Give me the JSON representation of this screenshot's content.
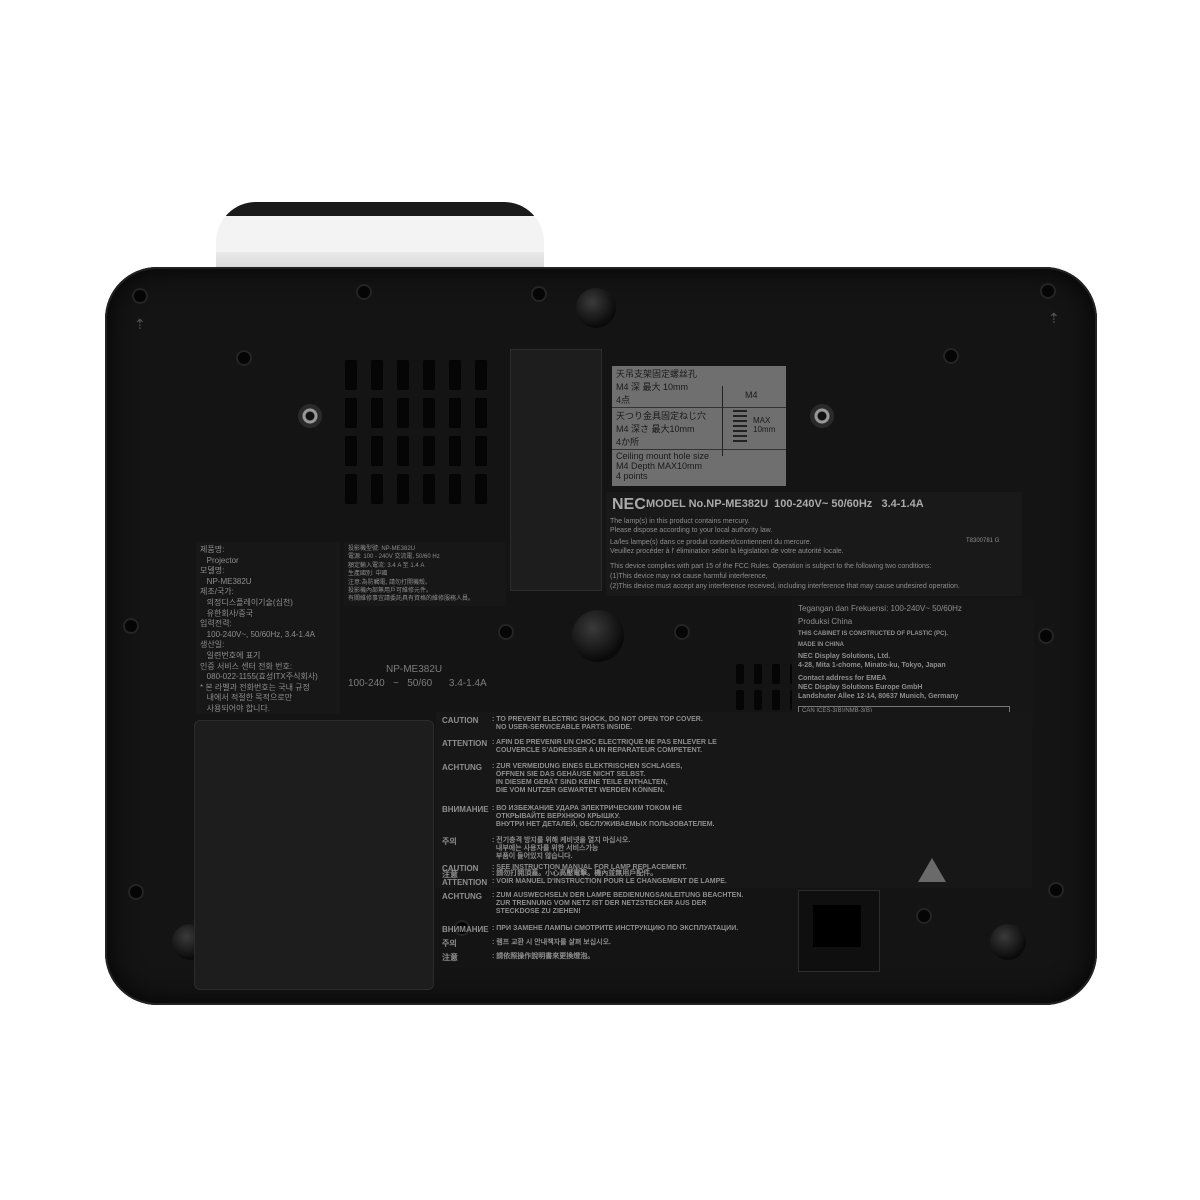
{
  "mount_label": {
    "zh": [
      "天吊支架固定螺丝孔",
      "M4  深  最大 10mm",
      "4点"
    ],
    "ja": [
      "天つり金具固定ねじ穴",
      "M4  深さ  最大10mm",
      "4か所"
    ],
    "en": [
      "Ceiling mount hole size",
      "M4 Depth MAX10mm",
      "4 points"
    ],
    "diagram_m4": "M4",
    "diagram_max": "MAX\n10mm"
  },
  "rating": {
    "brand": "NEC",
    "model": "MODEL No.NP-ME382U  100-240V~ 50/60Hz   3.4-1.4A",
    "code": "T8300781 G",
    "lines": [
      "The lamp(s) in this product contains mercury.",
      "Please dispose according to your local authority law.",
      "La/les lampe(s) dans ce produit contient/contiennent du mercure.",
      "Veuillez procéder à l' élimination selon la législation de votre autorité locale.",
      "This device complies with part 15 of the FCC Rules. Operation is subject to the following two conditions:",
      "(1)This device may not cause harmful interference,",
      "(2)This device must accept any interference received, including interference that may cause undesired operation."
    ]
  },
  "id_block": {
    "lines": [
      "Tegangan dan Frekuensi: 100-240V~ 50/60Hz",
      "Produksi China",
      "THIS CABINET IS CONSTRUCTED OF PLASTIC (PC).",
      "MADE IN CHINA",
      "NEC Display Solutions, Ltd.",
      "4-28, Mita 1-chome, Minato-ku, Tokyo, Japan",
      "Contact address for EMEA",
      "NEC Display Solutions Europe GmbH",
      "Landshuter Allee 12-14, 80637 Munich, Germany"
    ],
    "can": "CAN ICES-3(B)/NMB-3(B)"
  },
  "korean_block": {
    "lines": [
      "제품명:",
      "   Projector",
      "모델명:",
      "   NP-ME382U",
      "제조/국가:",
      "   의정디스플레이기술(심천)",
      "   유한회사/중국",
      "입력전력:",
      "   100-240V~, 50/60Hz, 3.4-1.4A",
      "생산일:",
      "   일련번호에 표기",
      "인증 서비스 센터 전화 번호:",
      "   080-022-1155(효성ITX주식회사)",
      "* 본 라벨과 전화번호는 국내 규정",
      "   내에서 적절한 목적으로만",
      "   사용되어야 합니다."
    ]
  },
  "chinese_block": {
    "lines": [
      "投影機型號: NP-ME382U",
      "電源: 100 - 240V 交流電, 50/60 Hz",
      "額定輸入電流: 3.4 A 至 1.4 A",
      "生產國別: 中國",
      "注意:為防觸電, 請勿打開機殼。",
      "投影機內部無用戶可維修元件。",
      "有關維修事宜請委託具有資格的維修服務人員。"
    ]
  },
  "molded_text": {
    "model": "NP-ME382U",
    "rating": "100-240   ~   50/60      3.4-1.4A"
  },
  "warnings": {
    "block1": [
      {
        "k": "CAUTION",
        "v": ": TO PREVENT ELECTRIC SHOCK, DO NOT OPEN TOP COVER.\n  NO USER-SERVICEABLE PARTS INSIDE."
      },
      {
        "k": "ATTENTION",
        "v": ": AFIN DE PREVENIR UN CHOC ELECTRIQUE NE PAS ENLEVER LE\n  COUVERCLE S'ADRESSER A UN REPARATEUR COMPETENT."
      },
      {
        "k": "ACHTUNG",
        "v": ": ZUR VERMEIDUNG EINES ELEKTRISCHEN SCHLAGES,\n  ÖFFNEN SIE DAS GEHÄUSE NICHT SELBST.\n  IN DIESEM GERÄT SIND KEINE TEILE ENTHALTEN,\n  DIE VOM NUTZER GEWARTET WERDEN KÖNNEN."
      },
      {
        "k": "ВНИМАНИЕ",
        "v": ": ВО ИЗБЕЖАНИЕ УДАРА ЭЛЕКТРИЧЕСКИМ ТОКОМ НЕ\n  ОТКРЫВАЙТЕ ВЕРХНЮЮ КРЫШКУ.\n  ВНУТРИ НЕТ ДЕТАЛЕЙ, ОБСЛУЖИВАЕМЫХ ПОЛЬЗОВАТЕЛЕМ."
      },
      {
        "k": "주의",
        "v": ": 전기충격 방지를 위해 케비넷을 열지 마십시오.\n  내부에는 사용자를 위한 서비스가능\n  부품이 들어있지 않습니다."
      },
      {
        "k": "注意",
        "v": ": 請勿打開頂蓋。小心高壓電擊。機內並無用戶配件。"
      }
    ],
    "block2": [
      {
        "k": "CAUTION",
        "v": ": SEE INSTRUCTION MANUAL FOR LAMP REPLACEMENT."
      },
      {
        "k": "ATTENTION",
        "v": ": VOIR MANUEL D'INSTRUCTION POUR LE CHANGEMENT DE LAMPE."
      },
      {
        "k": "ACHTUNG",
        "v": ": ZUM AUSWECHSELN DER LAMPE BEDIENUNGSANLEITUNG BEACHTEN.\n  ZUR TRENNUNG VOM NETZ IST DER NETZSTECKER AUS DER\n  STECKDOSE ZU ZIEHEN!"
      },
      {
        "k": "ВНИМАНИЕ",
        "v": ": ПРИ ЗАМЕНЕ ЛАМПЫ СМОТРИТЕ ИНСТРУКЦИЮ ПО ЭКСПЛУАТАЦИИ."
      },
      {
        "k": "주의",
        "v": ": 램프 교환 시 안내책자를 살펴 보십시오."
      },
      {
        "k": "注意",
        "v": ": 請依照操作說明書來更換燈泡。"
      }
    ]
  },
  "colors": {
    "body": "#141414",
    "label_text": "#8e8e8e",
    "mount_label_bg": "#6f6f6f",
    "lens_ring": "#f3f3f3"
  }
}
